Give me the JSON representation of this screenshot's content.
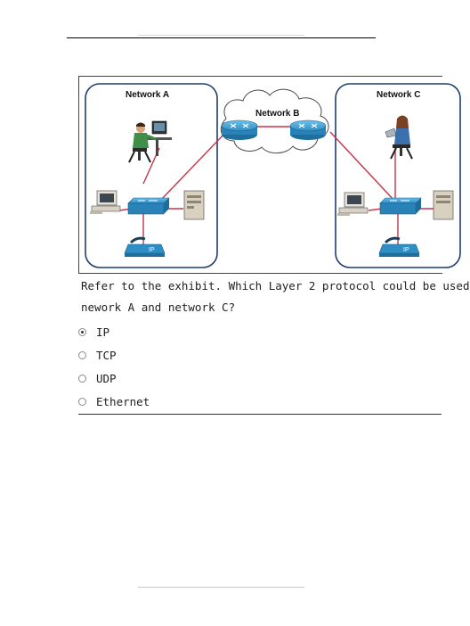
{
  "exhibit": {
    "network_a_label": "Network A",
    "network_b_label": "Network B",
    "network_c_label": "Network C",
    "ip_phone_a_label": "IP",
    "ip_phone_c_label": "IP"
  },
  "question": {
    "line1": "Refer to the exhibit. Which Layer 2 protocol could be used",
    "line2": "nework A and network C?"
  },
  "options": [
    {
      "label": "IP",
      "selected": true
    },
    {
      "label": "TCP",
      "selected": false
    },
    {
      "label": "UDP",
      "selected": false
    },
    {
      "label": "Ethernet",
      "selected": false
    }
  ],
  "colors": {
    "router_blue": "#2f8fc4",
    "link_red": "#c8334a",
    "network_border": "#1f3d6a"
  }
}
